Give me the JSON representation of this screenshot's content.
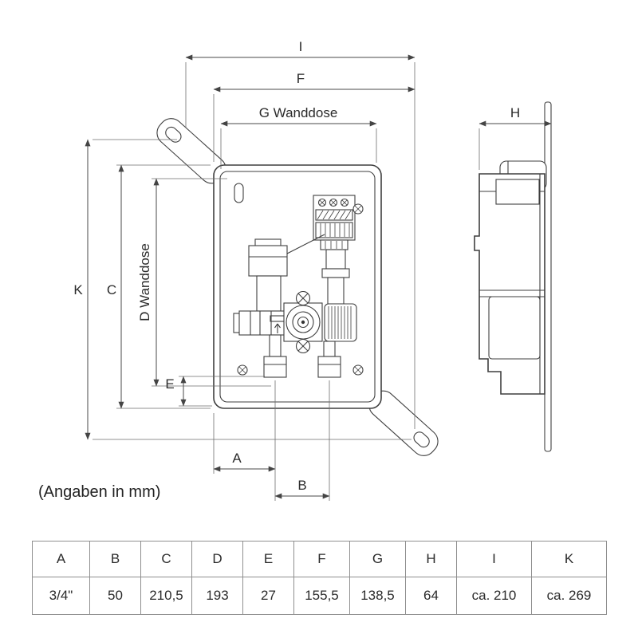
{
  "note": "(Angaben in mm)",
  "labels": {
    "I": "I",
    "F": "F",
    "G": "G Wanddose",
    "H": "H",
    "K": "K",
    "C": "C",
    "D": "D Wanddose",
    "E": "E",
    "A": "A",
    "B": "B"
  },
  "table": {
    "headers": [
      "A",
      "B",
      "C",
      "D",
      "E",
      "F",
      "G",
      "H",
      "I",
      "K"
    ],
    "values": [
      "3/4\"",
      "50",
      "210,5",
      "193",
      "27",
      "155,5",
      "138,5",
      "64",
      "ca. 210",
      "ca. 269"
    ]
  },
  "colors": {
    "line": "#3f3f3f",
    "dimension_line": "#4a4a4a",
    "extension_line": "#6e6e6e",
    "table_border": "#8f8f8f",
    "text": "#2b2b2b",
    "background": "#ffffff"
  }
}
